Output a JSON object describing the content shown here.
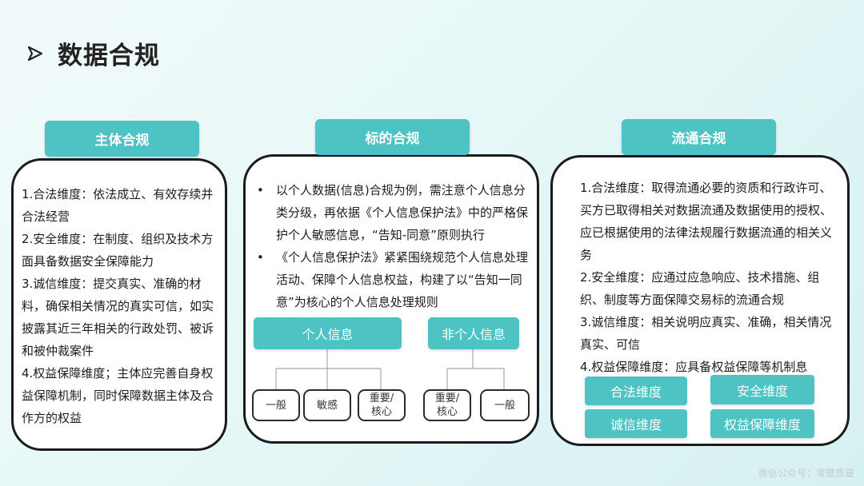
{
  "title": "数据合规",
  "columns": [
    {
      "heading": "主体合规",
      "items": [
        "1.合法维度：依法成立、有效存续并合法经营",
        "2.安全维度：在制度、组织及技术方面具备数据安全保障能力",
        "3.诚信维度：提交真实、准确的材料，确保相关情况的真实可信，如实披露其近三年相关的行政处罚、被诉和被仲裁案件",
        "4.权益保障维度；主体应完善自身权益保障机制，同时保障数据主体及合作方的权益"
      ]
    },
    {
      "heading": "标的合规",
      "bullets": [
        "以个人数据(信息)合规为例，需注意个人信息分类分级，再依据《个人信息保护法》中的严格保护个人敏感信息，“告知-同意”原则执行",
        "《个人信息保护法》紧紧围绕规范个人信息处理活动、保障个人信息权益，构建了以“告知一同意”为核心的个人信息处理规则"
      ],
      "tree": [
        {
          "label": "个人信息",
          "children": [
            "一般",
            "敏感",
            "重要/核心"
          ]
        },
        {
          "label": "非个人信息",
          "children": [
            "重要/核心",
            "一般"
          ]
        }
      ]
    },
    {
      "heading": "流通合规",
      "items": [
        "1.合法维度：取得流通必要的资质和行政许可、买方已取得相关对数据流通及数据使用的授权、应已根据使用的法律法规履行数据流通的相关义务",
        "2.安全维度：应通过应急响应、技术措施、组织、制度等方面保障交易标的流通合规",
        "3.诚信维度：相关说明应真实、准确，相关情况真实、可信",
        "4.权益保障维度：应具备权益保障等机制息"
      ],
      "tags": [
        "合法维度",
        "安全维度",
        "诚信维度",
        "权益保障维度"
      ]
    }
  ],
  "watermark": "微信公众号：零壁质量",
  "colors": {
    "accent": "#4dc3c4",
    "border": "#1b1b1b",
    "background": "#e6f7f7"
  }
}
